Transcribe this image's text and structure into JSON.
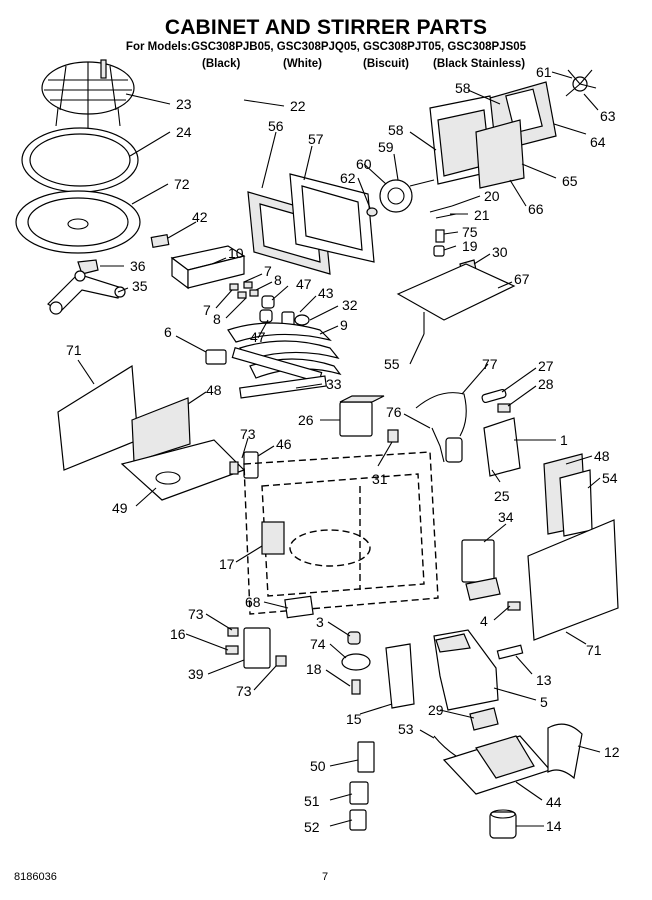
{
  "header": {
    "title": "CABINET AND STIRRER PARTS",
    "models": "For Models:GSC308PJB05, GSC308PJQ05, GSC308PJT05, GSC308PJS05",
    "variants": [
      "(Black)",
      "(White)",
      "(Biscuit)",
      "(Black Stainless)"
    ]
  },
  "footer": {
    "document_number": "8186036",
    "page_number": "7"
  },
  "callouts": [
    "23",
    "22",
    "24",
    "56",
    "57",
    "72",
    "42",
    "10",
    "36",
    "7",
    "35",
    "7",
    "8",
    "8",
    "47",
    "43",
    "32",
    "9",
    "47",
    "6",
    "71",
    "48",
    "73",
    "46",
    "49",
    "17",
    "68",
    "73",
    "16",
    "3",
    "74",
    "18",
    "15",
    "39",
    "73",
    "50",
    "51",
    "52",
    "58",
    "61",
    "63",
    "58",
    "64",
    "59",
    "60",
    "62",
    "20",
    "65",
    "21",
    "66",
    "75",
    "19",
    "30",
    "67",
    "55",
    "77",
    "27",
    "28",
    "33",
    "26",
    "76",
    "1",
    "31",
    "48",
    "54",
    "25",
    "34",
    "4",
    "71",
    "13",
    "5",
    "29",
    "53",
    "12",
    "44",
    "14"
  ]
}
